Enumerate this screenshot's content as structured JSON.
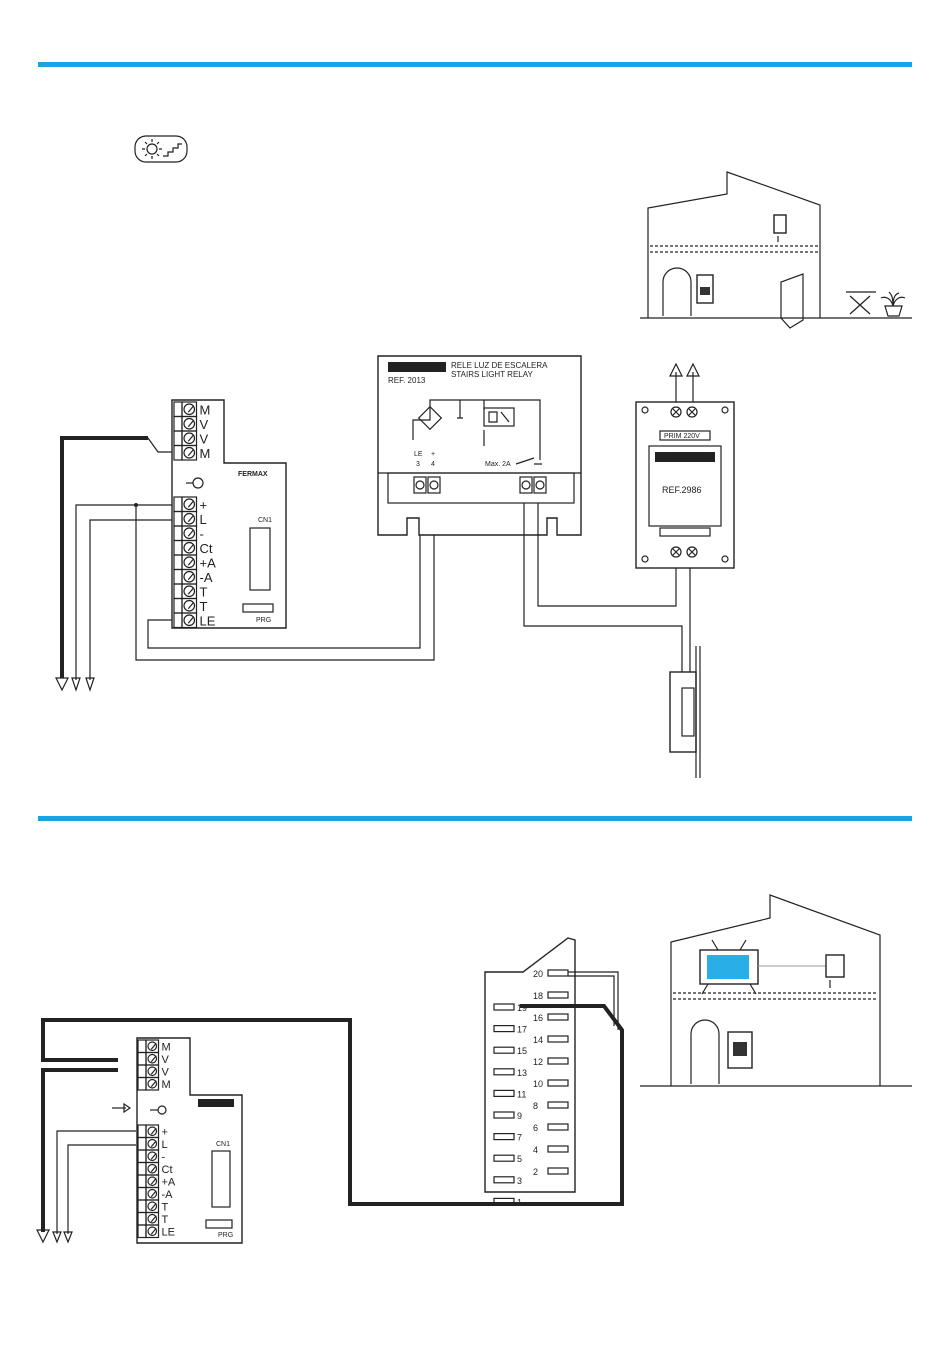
{
  "colors": {
    "rule": "#1aa3e0",
    "screen": "#29aee8",
    "blue_wire": "#1a4f9c"
  },
  "icons": [
    "stairs-light-icon",
    "house-icon",
    "door-icon",
    "table-icon",
    "plant-icon",
    "tv-icon",
    "monitor-icon",
    "door-lock-icon"
  ],
  "terminals_top": [
    "M",
    "V",
    "V",
    "M"
  ],
  "terminals_bottom": [
    "+",
    "L",
    "-",
    "Ct",
    "+A",
    "-A",
    "T",
    "T",
    "LE"
  ],
  "brand": "FERMAX",
  "connector": "CN1",
  "prg": "PRG",
  "relay": {
    "title_es": "RELE LUZ DE ESCALERA",
    "title_en": "STAIRS LIGHT RELAY",
    "ref": "REF. 2013",
    "label_le": "LE",
    "label_plus": "+",
    "label_3": "3",
    "label_4": "4",
    "label_max": "Max. 2A"
  },
  "psu": {
    "prim": "PRIM 220V",
    "ref": "REF.2986"
  },
  "scart": {
    "left": [
      "19",
      "17",
      "15",
      "13",
      "11",
      "9",
      "7",
      "5",
      "3",
      "1"
    ],
    "right": [
      "20",
      "18",
      "16",
      "14",
      "12",
      "10",
      "8",
      "6",
      "4",
      "2"
    ]
  }
}
